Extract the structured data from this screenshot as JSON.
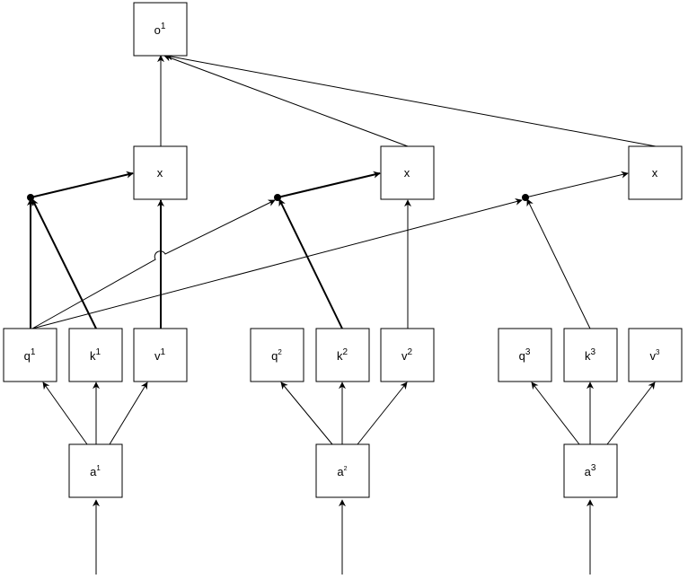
{
  "colors": {
    "stroke": "#000000",
    "fill": "#ffffff"
  },
  "nodes": {
    "o1": {
      "base": "o",
      "sup": "1"
    },
    "x1": {
      "base": "x",
      "sup": ""
    },
    "x2": {
      "base": "x",
      "sup": ""
    },
    "x3": {
      "base": "x",
      "sup": ""
    },
    "q1": {
      "base": "q",
      "sup": "1"
    },
    "k1": {
      "base": "k",
      "sup": "1"
    },
    "v1": {
      "base": "v",
      "sup": "1"
    },
    "q2": {
      "base": "q",
      "sup": "2"
    },
    "k2": {
      "base": "k",
      "sup": "2"
    },
    "v2": {
      "base": "v",
      "sup": "2"
    },
    "q3": {
      "base": "q",
      "sup": "3"
    },
    "k3": {
      "base": "k",
      "sup": "3"
    },
    "v3": {
      "base": "v",
      "sup": "3"
    },
    "a1": {
      "base": "a",
      "sup": "1"
    },
    "a2": {
      "base": "a",
      "sup": "2"
    },
    "a3": {
      "base": "a",
      "sup": "3"
    }
  }
}
